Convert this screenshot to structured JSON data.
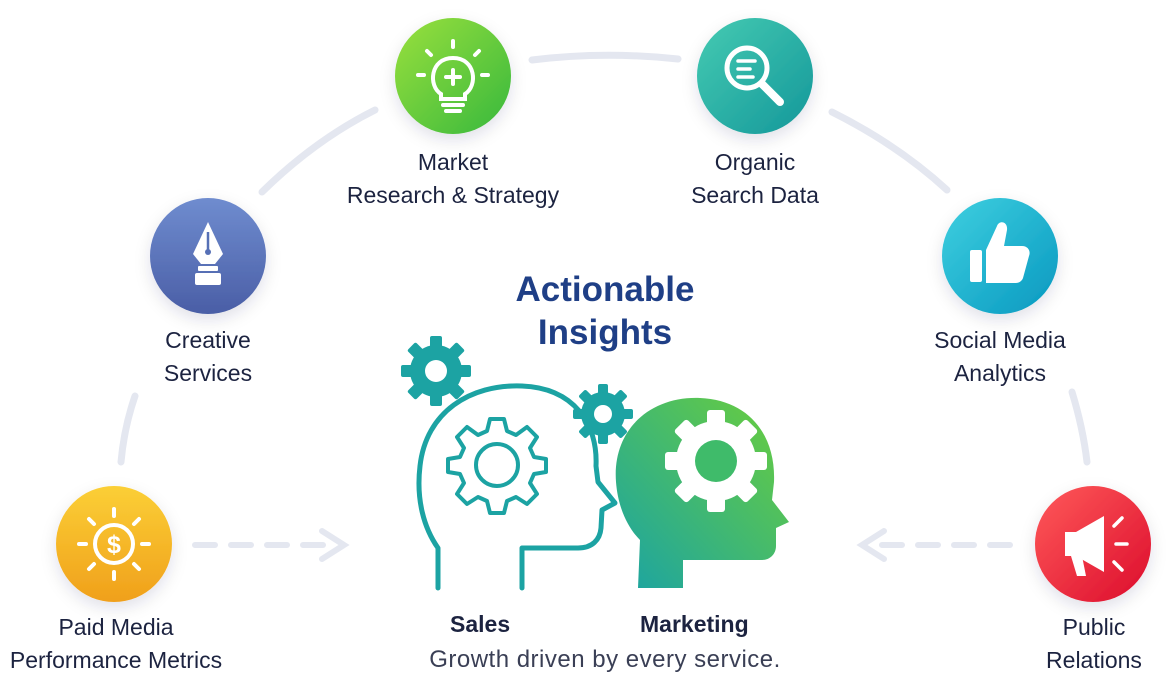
{
  "title": {
    "line1": "Actionable",
    "line2": "Insights"
  },
  "nodes": {
    "paid_media": {
      "line1": "Paid Media",
      "line2": "Performance Metrics",
      "icon": "dollar-sun-icon",
      "color_start": "#f9c72c",
      "color_end": "#f0a21c"
    },
    "creative": {
      "line1": "Creative",
      "line2": "Services",
      "icon": "pen-nib-icon",
      "color_start": "#6b86c9",
      "color_end": "#4d61a8"
    },
    "market_research": {
      "line1": "Market",
      "line2": "Research & Strategy",
      "icon": "lightbulb-icon",
      "color_start": "#8ad93a",
      "color_end": "#3fbf3c"
    },
    "organic_search": {
      "line1": "Organic",
      "line2": "Search Data",
      "icon": "magnifier-icon",
      "color_start": "#3fc6b0",
      "color_end": "#169e98"
    },
    "social_media": {
      "line1": "Social Media",
      "line2": "Analytics",
      "icon": "thumbs-up-icon",
      "color_start": "#35c8dc",
      "color_end": "#0a9fc2"
    },
    "public_relations": {
      "line1": "Public",
      "line2": "Relations",
      "icon": "megaphone-icon",
      "color_start": "#ff4a52",
      "color_end": "#e0102e"
    }
  },
  "center": {
    "sales_label": "Sales",
    "marketing_label": "Marketing",
    "tagline": "Growth driven by every service."
  },
  "colors": {
    "arc": "#e4e7f0",
    "title": "#1f3f86",
    "teal": "#1ca3a3",
    "green": "#5cc73c"
  }
}
